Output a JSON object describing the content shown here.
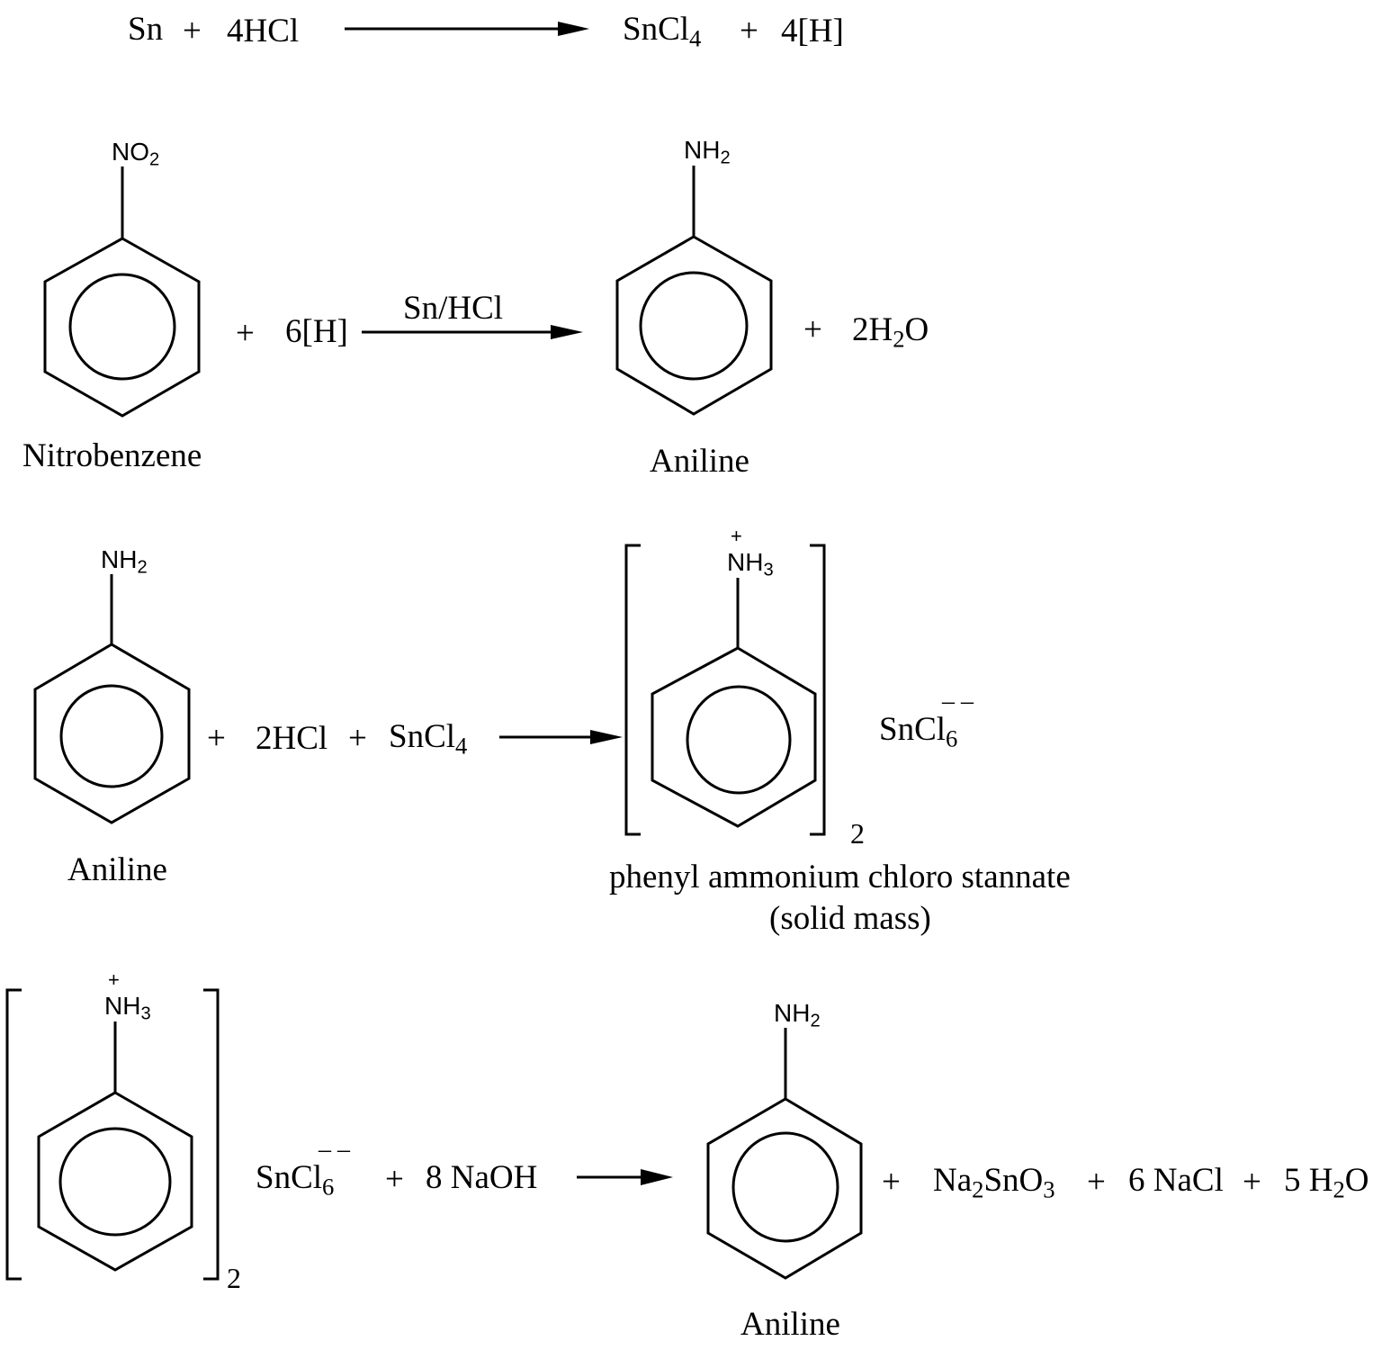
{
  "diagram": {
    "title": "Reduction of nitrobenzene to aniline with Sn/HCl",
    "colors": {
      "ink": "#000000",
      "background": "#ffffff"
    },
    "reaction1": {
      "reactant_a": "Sn",
      "plus1": "+",
      "reactant_b": "4HCl",
      "arrow": "right-arrow",
      "product_a_base": "SnCl",
      "product_a_sub": "4",
      "plus2": "+",
      "product_b": "4[H]"
    },
    "reaction2": {
      "reactant_group_base": "NO",
      "reactant_group_sub": "2",
      "reactant_name": "Nitrobenzene",
      "plus1": "+",
      "reagent": "6[H]",
      "arrow_label": "Sn/HCl",
      "product_group_base": "NH",
      "product_group_sub": "2",
      "product_name": "Aniline",
      "plus2": "+",
      "byproduct_coef": "2H",
      "byproduct_sub": "2",
      "byproduct_tail": "O"
    },
    "reaction3": {
      "reactant_group_base": "NH",
      "reactant_group_sub": "2",
      "reactant_name": "Aniline",
      "plus1": "+",
      "reagent_a": "2HCl",
      "plus2": "+",
      "reagent_b_base": "SnCl",
      "reagent_b_sub": "4",
      "product_charge": "+",
      "product_group_base": "NH",
      "product_group_sub": "3",
      "bracket_subscript": "2",
      "counter_ion_base": "SnCl",
      "counter_ion_sub": "6",
      "counter_ion_charge": "– –",
      "product_name_line1": "phenyl ammonium chloro stannate",
      "product_name_line2": "(solid mass)"
    },
    "reaction4": {
      "reactant_charge": "+",
      "reactant_group_base": "NH",
      "reactant_group_sub": "3",
      "bracket_subscript": "2",
      "counter_ion_base": "SnCl",
      "counter_ion_sub": "6",
      "counter_ion_charge": "– –",
      "plus1": "+",
      "reagent": "8 NaOH",
      "product_group_base": "NH",
      "product_group_sub": "2",
      "product_name": "Aniline",
      "plus2": "+",
      "byproduct_a_base1": "Na",
      "byproduct_a_sub1": "2",
      "byproduct_a_base2": "SnO",
      "byproduct_a_sub2": "3",
      "plus3": "+",
      "byproduct_b": "6 NaCl",
      "plus4": "+",
      "byproduct_c_base": "5 H",
      "byproduct_c_sub": "2",
      "byproduct_c_tail": "O"
    }
  }
}
